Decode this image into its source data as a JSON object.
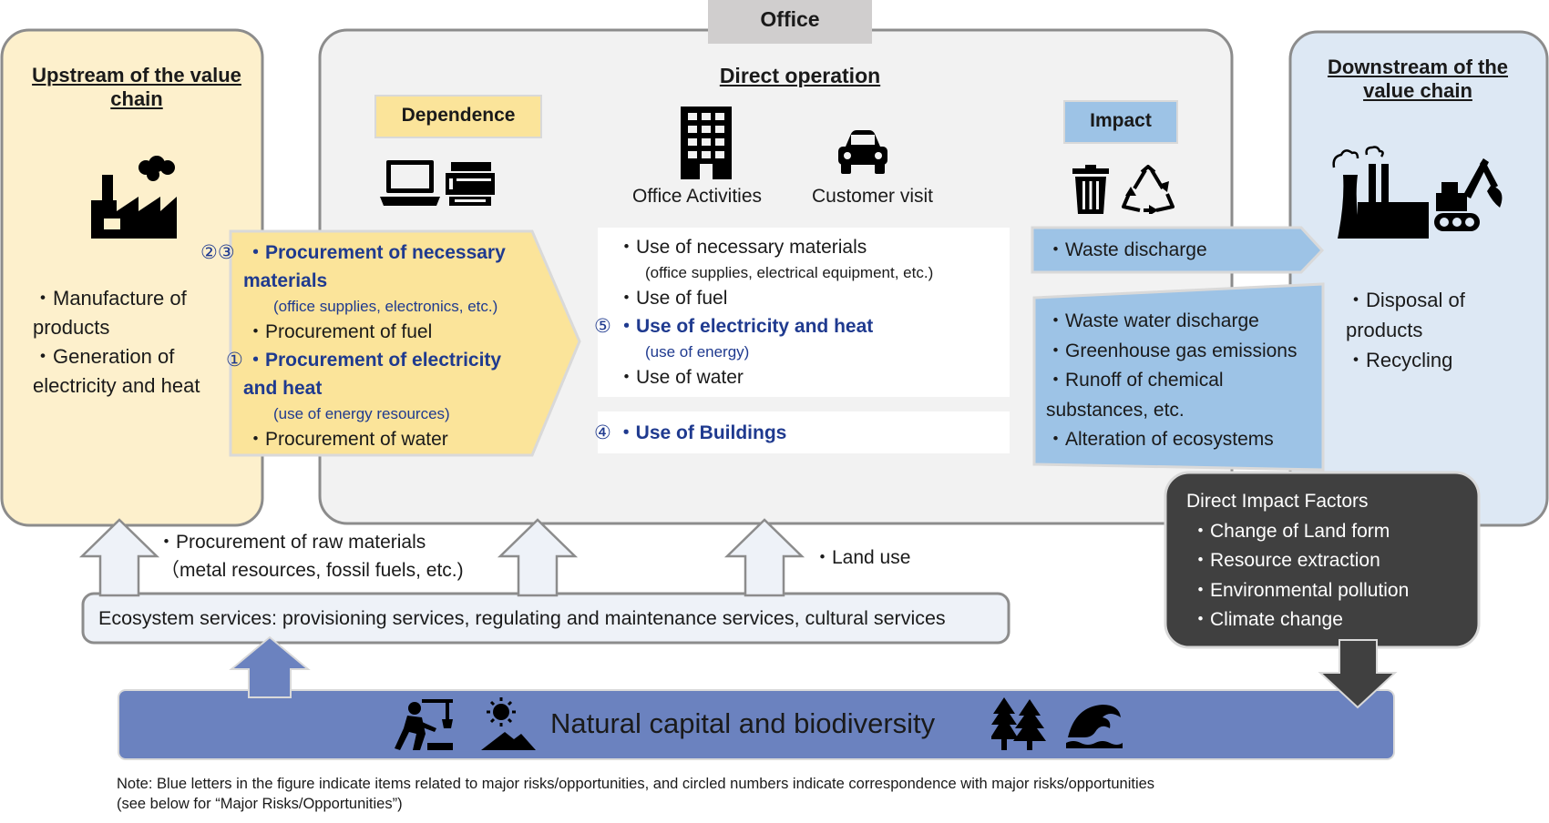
{
  "office_label": "Office",
  "upstream": {
    "title_line1": "Upstream of the value",
    "title_line2": "chain",
    "items": [
      "・Manufacture of",
      "products",
      "・Generation of",
      "electricity and heat"
    ]
  },
  "direct_operation": {
    "title": "Direct operation",
    "dependence_label": "Dependence",
    "impact_label": "Impact",
    "office_activities": "Office Activities",
    "customer_visit": "Customer visit"
  },
  "dependence_items": {
    "marker_1": "②③",
    "line1a": "・Procurement of necessary",
    "line1b": "materials",
    "line1c": "(office supplies, electronics, etc.)",
    "line2": "・Procurement of fuel",
    "marker_2": "①",
    "line3a": "・Procurement of electricity",
    "line3b": "and heat",
    "line3c": "(use of energy resources)",
    "line4": "・Procurement of water"
  },
  "operation_items": {
    "line1": "・Use of necessary materials",
    "line1b": "(office supplies, electrical equipment, etc.)",
    "line2": "・Use of fuel",
    "marker_5": "⑤",
    "line3": "・Use of electricity and heat",
    "line3b": "(use of energy)",
    "line4": "・Use of water",
    "marker_4": "④",
    "buildings": "・Use of Buildings"
  },
  "impact_items": {
    "waste": "・Waste discharge",
    "items": [
      "・Waste water discharge",
      "・Greenhouse gas emissions",
      "・Runoff of chemical",
      "substances, etc.",
      "・Alteration of ecosystems"
    ]
  },
  "downstream": {
    "title_line1": "Downstream of the",
    "title_line2": "value chain",
    "items": [
      "・Disposal of",
      "products",
      "・Recycling"
    ]
  },
  "direct_impact": {
    "title": "Direct Impact Factors",
    "items": [
      "・Change of Land form",
      "・Resource extraction",
      "・Environmental pollution",
      "・Climate change"
    ]
  },
  "raw_materials": {
    "line1": "・Procurement of raw materials",
    "line2": "（metal resources, fossil fuels, etc.)"
  },
  "land_use": "・Land use",
  "ecosystem_services": "Ecosystem services: provisioning services, regulating and maintenance services, cultural services",
  "natural_capital": "Natural capital and biodiversity",
  "note_line1": "Note: Blue letters in the figure indicate items related to major risks/opportunities, and circled numbers indicate correspondence with major risks/opportunities",
  "note_line2": "(see below for “Major Risks/Opportunities”)",
  "colors": {
    "upstream_bg": "#fdf0cc",
    "dependence_bg": "#fbe49a",
    "direct_bg": "#f2f2f2",
    "impact_bg": "#9dc3e6",
    "downstream_bg": "#dde8f4",
    "dark_box": "#404040",
    "natural_bar": "#6b82bf",
    "key_blue": "#1f3a8f"
  }
}
